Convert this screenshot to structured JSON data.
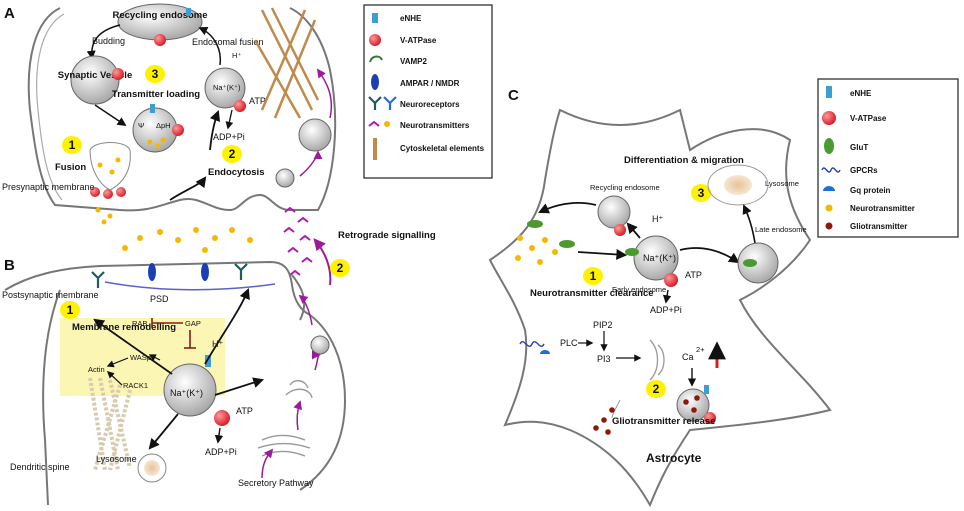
{
  "panels": {
    "a": "A",
    "b": "B",
    "c": "C"
  },
  "legend_ab": {
    "items": [
      {
        "label": "eNHE"
      },
      {
        "label": "V-ATPase"
      },
      {
        "label": "VAMP2"
      },
      {
        "label": "AMPAR / NMDR"
      },
      {
        "label": "Neuroreceptors"
      },
      {
        "label": "Neurotransmitters"
      },
      {
        "label": "Cytoskeletal elements"
      }
    ]
  },
  "legend_c": {
    "items": [
      {
        "label": "eNHE"
      },
      {
        "label": "V-ATPase"
      },
      {
        "label": "GluT"
      },
      {
        "label": "GPCRs"
      },
      {
        "label": "Gq protein"
      },
      {
        "label": "Neurotransmitter"
      },
      {
        "label": "Gliotransmitter"
      }
    ]
  },
  "panel_a": {
    "recycling_endosome": "Recycling endosome",
    "budding": "Budding",
    "endosomal_fusion": "Endosomal fusion",
    "synaptic_vesicle": "Synaptic Vesicle",
    "step3_num": "3",
    "step3_label": "Transmitter loading",
    "h_plus": "H⁺",
    "na_k": "Na⁺(K⁺)",
    "atp": "ATP",
    "adp_pi": "ADP+Pi",
    "psi": "Ψ",
    "dph": "ΔpH",
    "step1_num": "1",
    "step1_label": "Fusion",
    "step2_num": "2",
    "step2_label": "Endocytosis",
    "presynaptic": "Presynaptic membrane"
  },
  "panel_b": {
    "retro_num": "2",
    "retro_label": "Retrograde signalling",
    "postsynaptic": "Postsynaptic membrane",
    "psd": "PSD",
    "step1_num": "1",
    "step1_label": "Membrane remodelling",
    "rab": "RAB",
    "gap": "GAP",
    "wasp": "WASp",
    "actin": "Actin",
    "rack1": "RACK1",
    "h_plus": "H⁺",
    "na_k": "Na⁺(K⁺)",
    "atp": "ATP",
    "adp_pi": "ADP+Pi",
    "lysosome": "Lysosome",
    "dendritic_spine": "Dendritic spine",
    "secretory": "Secretory Pathway"
  },
  "panel_c": {
    "diff_label": "Differentiation & migration",
    "step3_num": "3",
    "recycling_endosome": "Recycling endosome",
    "lysosome": "Lysosome",
    "h_plus": "H⁺",
    "na_k": "Na⁺(K⁺)",
    "late_endosome": "Late endosome",
    "step1_num": "1",
    "step1_label": "Neurotransmitter clearance",
    "early_endosome": "Early endosome",
    "atp": "ATP",
    "adp_pi": "ADP+Pi",
    "pip2": "PIP2",
    "plc": "PLC",
    "pi3": "PI3",
    "ca": "Ca",
    "ca_sup": "2+",
    "step2_num": "2",
    "step2_label": "Gliotransmitter release",
    "astrocyte": "Astrocyte"
  },
  "colors": {
    "enhe": "#3b9fd6",
    "vatpase": "#e0303a",
    "number_badge": "#fff200",
    "remodel_box": "#fbf4a8",
    "purple": "#9b1b9b",
    "gluT": "#4a9a2f",
    "neurotransmitter": "#f5b800",
    "gliotransmitter": "#8b1a0a"
  }
}
